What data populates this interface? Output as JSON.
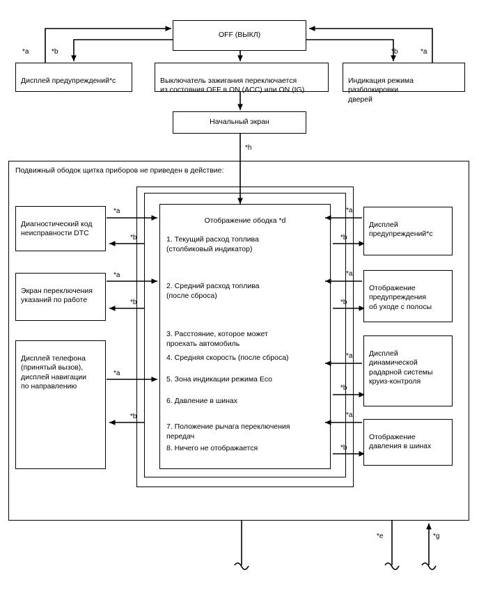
{
  "diagram": {
    "title_flow": "Indicator ring display logic flow",
    "nodes": {
      "off": "OFF (ВЫКЛ)",
      "warning_display_top": "Дисплей предупреждений*c",
      "ignition_switch": "Выключатель зажигания переключается\nиз состояния OFF в ON (ACC) или ON (IG)",
      "door_unlock": "Индикация режима разблокировки\nдверей",
      "initial_screen": "Начальный экран",
      "dtc": "Диагностический код\nнеисправности DTC",
      "operation_switch_screen": "Экран переключения\nуказаний по работе",
      "phone_nav": "Дисплей телефона\n(принятый вызов),\nдисплей навигации\nпо направлению",
      "warning_display_right": "Дисплей\nпредупреждений*c",
      "lane_departure": "Отображение\nпредупреждения\nоб уходе с полосы",
      "radar_cruise": "Дисплей\nдинамической\nрадарной системы\nкруиз-контроля",
      "tire_pressure_right": "Отображение\nдавления в шинах"
    },
    "container_label": "Подвижный ободок щитка приборов не приведен в действие:",
    "inner_title": "Отображение ободка  *d",
    "inner_list": [
      "1. Текущий расход топлива\n(столбиковый индикатор)",
      "2. Средний расход топлива\n(после сброса)",
      "3. Расстояние, которое может\nпроехать автомобиль",
      "4. Средняя скорость (после сброса)",
      "5. Зона индикации режима Eco",
      "6. Давление в шинах",
      "7. Положение рычага переключения\nпередач",
      "8. Ничего не отображается"
    ],
    "edge_labels": {
      "a": "*a",
      "b": "*b",
      "e": "*e",
      "g": "*g",
      "h": "*h"
    },
    "colors": {
      "stroke": "#000000",
      "background": "#ffffff"
    }
  }
}
